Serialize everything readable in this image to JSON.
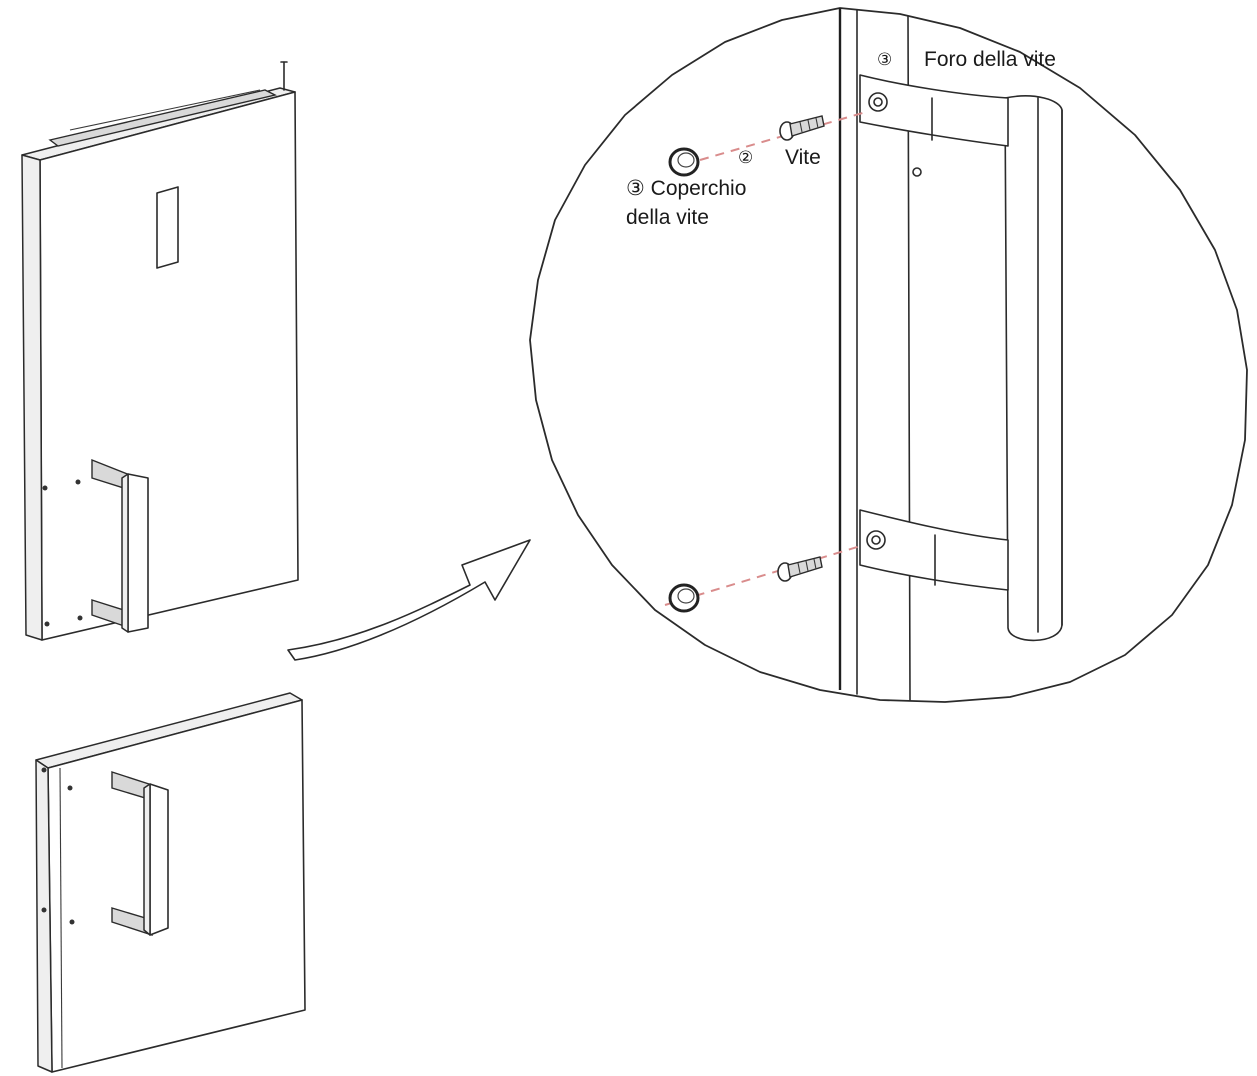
{
  "labels": {
    "screw_hole": "Foro della vite",
    "screw_hole_num": "③",
    "screw": "Vite",
    "screw_num": "②",
    "screw_cover_line1": "③ Coperchio",
    "screw_cover_line2": "della vite"
  },
  "colors": {
    "line": "#2b2b2b",
    "dashed_guide": "#d98c8c",
    "background": "#ffffff"
  }
}
